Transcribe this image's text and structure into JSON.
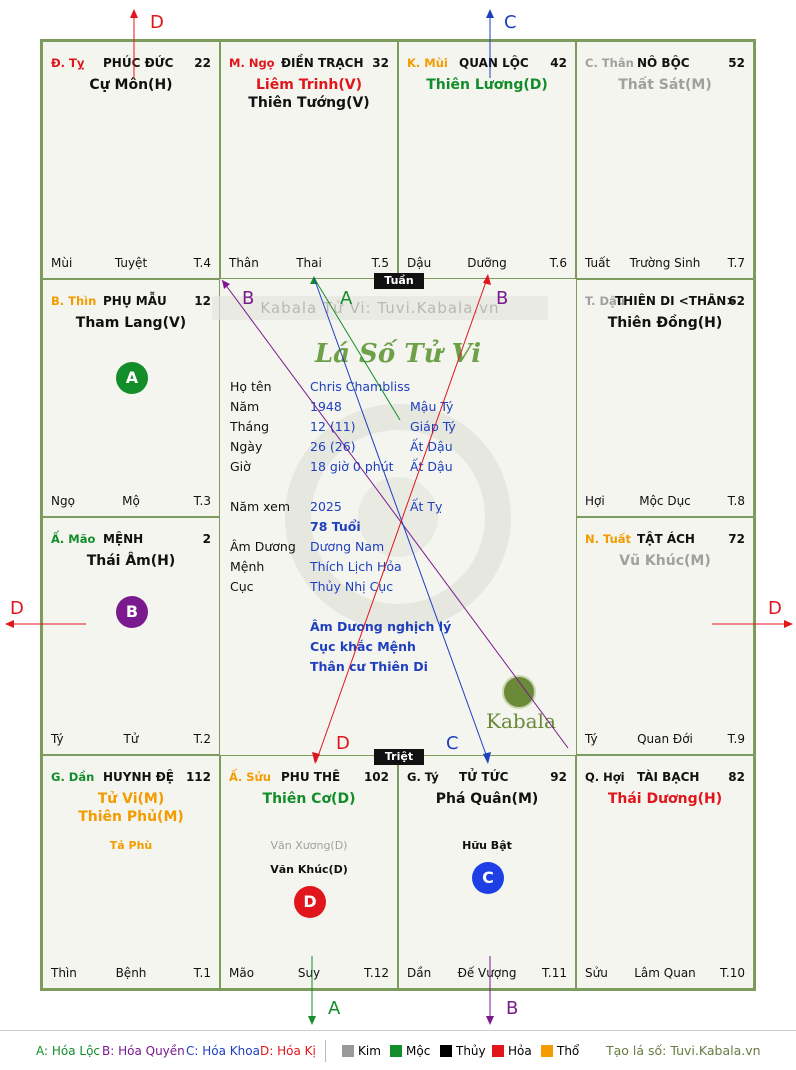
{
  "cells": {
    "ty": {
      "can": "Đ. Tỵ",
      "pal": "PHÚC ĐỨC",
      "age": "22",
      "f1": "Mùi",
      "f2": "Tuyệt",
      "f3": "T.4"
    },
    "ngo": {
      "can": "M. Ngọ",
      "pal": "ĐIỀN TRẠCH",
      "age": "32",
      "f1": "Thân",
      "f2": "Thai",
      "f3": "T.5"
    },
    "mui": {
      "can": "K. Mùi",
      "pal": "QUAN LỘC",
      "age": "42",
      "f1": "Dậu",
      "f2": "Dưỡng",
      "f3": "T.6"
    },
    "than": {
      "can": "C. Thân",
      "pal": "NÔ BỘC",
      "age": "52",
      "f1": "Tuất",
      "f2": "Trường Sinh",
      "f3": "T.7"
    },
    "thin": {
      "can": "B. Thìn",
      "pal": "PHỤ MẪU",
      "age": "12",
      "f1": "Ngọ",
      "f2": "Mộ",
      "f3": "T.3"
    },
    "dau": {
      "can": "T. Dậu",
      "pal": "THIÊN DI <THÂN>",
      "age": "62",
      "f1": "Hợi",
      "f2": "Mộc Dục",
      "f3": "T.8"
    },
    "mao": {
      "can": "Ấ. Mão",
      "pal": "MỆNH",
      "age": "2",
      "f1": "Tý",
      "f2": "Tử",
      "f3": "T.2"
    },
    "tuat": {
      "can": "N. Tuất",
      "pal": "TẬT ÁCH",
      "age": "72",
      "f1": "Tý",
      "f2": "Quan Đới",
      "f3": "T.9"
    },
    "dan": {
      "can": "G. Dần",
      "pal": "HUYNH ĐỆ",
      "age": "112",
      "f1": "Thìn",
      "f2": "Bệnh",
      "f3": "T.1"
    },
    "suu": {
      "can": "Ấ. Sửu",
      "pal": "PHU THÊ",
      "age": "102",
      "f1": "Mão",
      "f2": "Suy",
      "f3": "T.12"
    },
    "ti": {
      "can": "G. Tý",
      "pal": "TỬ TỨC",
      "age": "92",
      "f1": "Dần",
      "f2": "Đế Vượng",
      "f3": "T.11"
    },
    "hoi": {
      "can": "Q. Hợi",
      "pal": "TÀI BẠCH",
      "age": "82",
      "f1": "Sửu",
      "f2": "Lâm Quan",
      "f3": "T.10"
    }
  },
  "stars": {
    "ty": [
      "Cự Môn(H)"
    ],
    "ngo": [
      "Liêm Trinh(V)",
      "Thiên Tướng(V)"
    ],
    "mui": [
      "Thiên Lương(D)"
    ],
    "than": [
      "Thất Sát(M)"
    ],
    "thin": [
      "Tham Lang(V)"
    ],
    "dau": [
      "Thiên Đồng(H)"
    ],
    "mao": [
      "Thái Âm(H)"
    ],
    "tuat": [
      "Vũ Khúc(M)"
    ],
    "dan": [
      "Tử Vi(M)",
      "Thiên Phủ(M)"
    ],
    "suu": [
      "Thiên Cơ(D)"
    ],
    "ti": [
      "Phá Quân(M)"
    ],
    "hoi": [
      "Thái Dương(H)"
    ]
  },
  "minor": {
    "dan": "Tả Phù",
    "suu_1": "Văn Xương(D)",
    "suu_2": "Văn Khúc(D)",
    "ti": "Hữu Bật"
  },
  "tags": {
    "tuan": "Tuần",
    "triet": "Triệt"
  },
  "circles": {
    "a": "A",
    "b": "B",
    "c": "C",
    "d": "D"
  },
  "arrows": {
    "d": "D",
    "c": "C",
    "a": "A",
    "b": "B"
  },
  "center": {
    "title": "Lá Số Tử Vi",
    "watermark": "Kabala Tử Vi: Tuvi.Kabala.vn",
    "ho_ten_l": "Họ tên",
    "ho_ten": "Chris Chambliss",
    "nam_l": "Năm",
    "nam": "1948",
    "nam_cc": "Mậu Tý",
    "thang_l": "Tháng",
    "thang": "12  (11)",
    "thang_cc": "Giáp Tý",
    "ngay_l": "Ngày",
    "ngay": "26  (26)",
    "ngay_cc": "Ất Dậu",
    "gio_l": "Giờ",
    "gio": "18 giờ 0 phút",
    "gio_cc": "Ất Dậu",
    "namxem_l": "Năm xem",
    "namxem": "2025",
    "namxem_cc": "Ất Tỵ",
    "tuoi": "78 Tuổi",
    "amduong_l": "Âm Dương",
    "amduong": "Dương Nam",
    "menh_l": "Mệnh",
    "menh": "Thích Lịch Hỏa",
    "cuc_l": "Cục",
    "cuc": "Thủy Nhị Cục",
    "note1": "Âm Dương nghịch lý",
    "note2": "Cục khắc Mệnh",
    "note3": "Thân cư Thiên Di",
    "logo": "Kabala"
  },
  "legend": {
    "a": "A: Hóa Lộc",
    "b": "B: Hóa Quyền",
    "c": "C: Hóa Khoa",
    "d": "D: Hóa Kị",
    "kim": "Kim",
    "moc": "Mộc",
    "thuy": "Thủy",
    "hoa": "Hỏa",
    "tho": "Thổ",
    "site": "Tạo lá số: Tuvi.Kabala.vn"
  },
  "colors": {
    "border": "#7c9b5c",
    "bg": "#f3f5ee",
    "red": "#e0161c",
    "green": "#138d2a",
    "blue": "#1f3fbf",
    "purple": "#7a1a8e",
    "orange": "#f39b00",
    "gray": "#a0a0a0"
  }
}
